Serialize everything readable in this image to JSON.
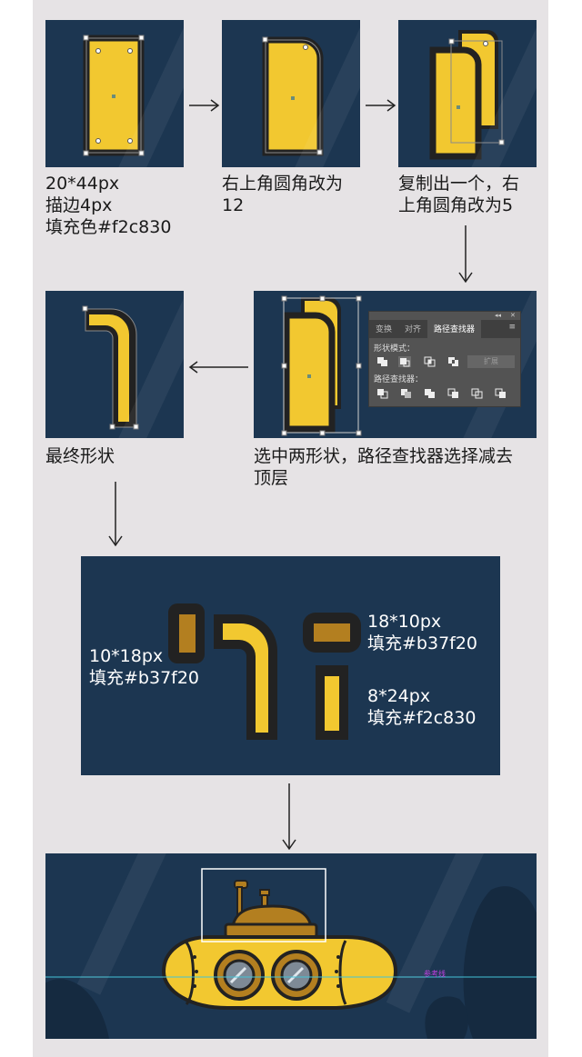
{
  "step1": {
    "caption": "20*44px\n描边4px\n填充色#f2c830"
  },
  "step2": {
    "caption": "右上角圆角改为\n12"
  },
  "step3": {
    "caption": "复制出一个，右\n上角圆角改为5"
  },
  "step4": {
    "caption": "选中两形状，路径查找器选择减去\n顶层"
  },
  "step5": {
    "caption": "最终形状"
  },
  "pathfinder": {
    "tabs": [
      "变换",
      "对齐",
      "路径查找器"
    ],
    "shape_modes_label": "形状模式：",
    "pathfinder_label": "路径查找器：",
    "expand_label": "扩展",
    "collapse_glyph": "◂◂",
    "close_glyph": "✕",
    "menu_glyph": "≡"
  },
  "parts": {
    "left_block": "10*18px\n填充#b37f20",
    "top_right_block": "18*10px\n填充#b37f20",
    "bottom_right_block": "8*24px\n填充#f2c830"
  },
  "final": {
    "guide_label": "参考线"
  },
  "colors": {
    "panel_bg": "#1c3651",
    "fill_yellow": "#f2c830",
    "fill_brown": "#b37f20",
    "stroke": "#222222",
    "sheet_bg": "#e6e3e5"
  }
}
